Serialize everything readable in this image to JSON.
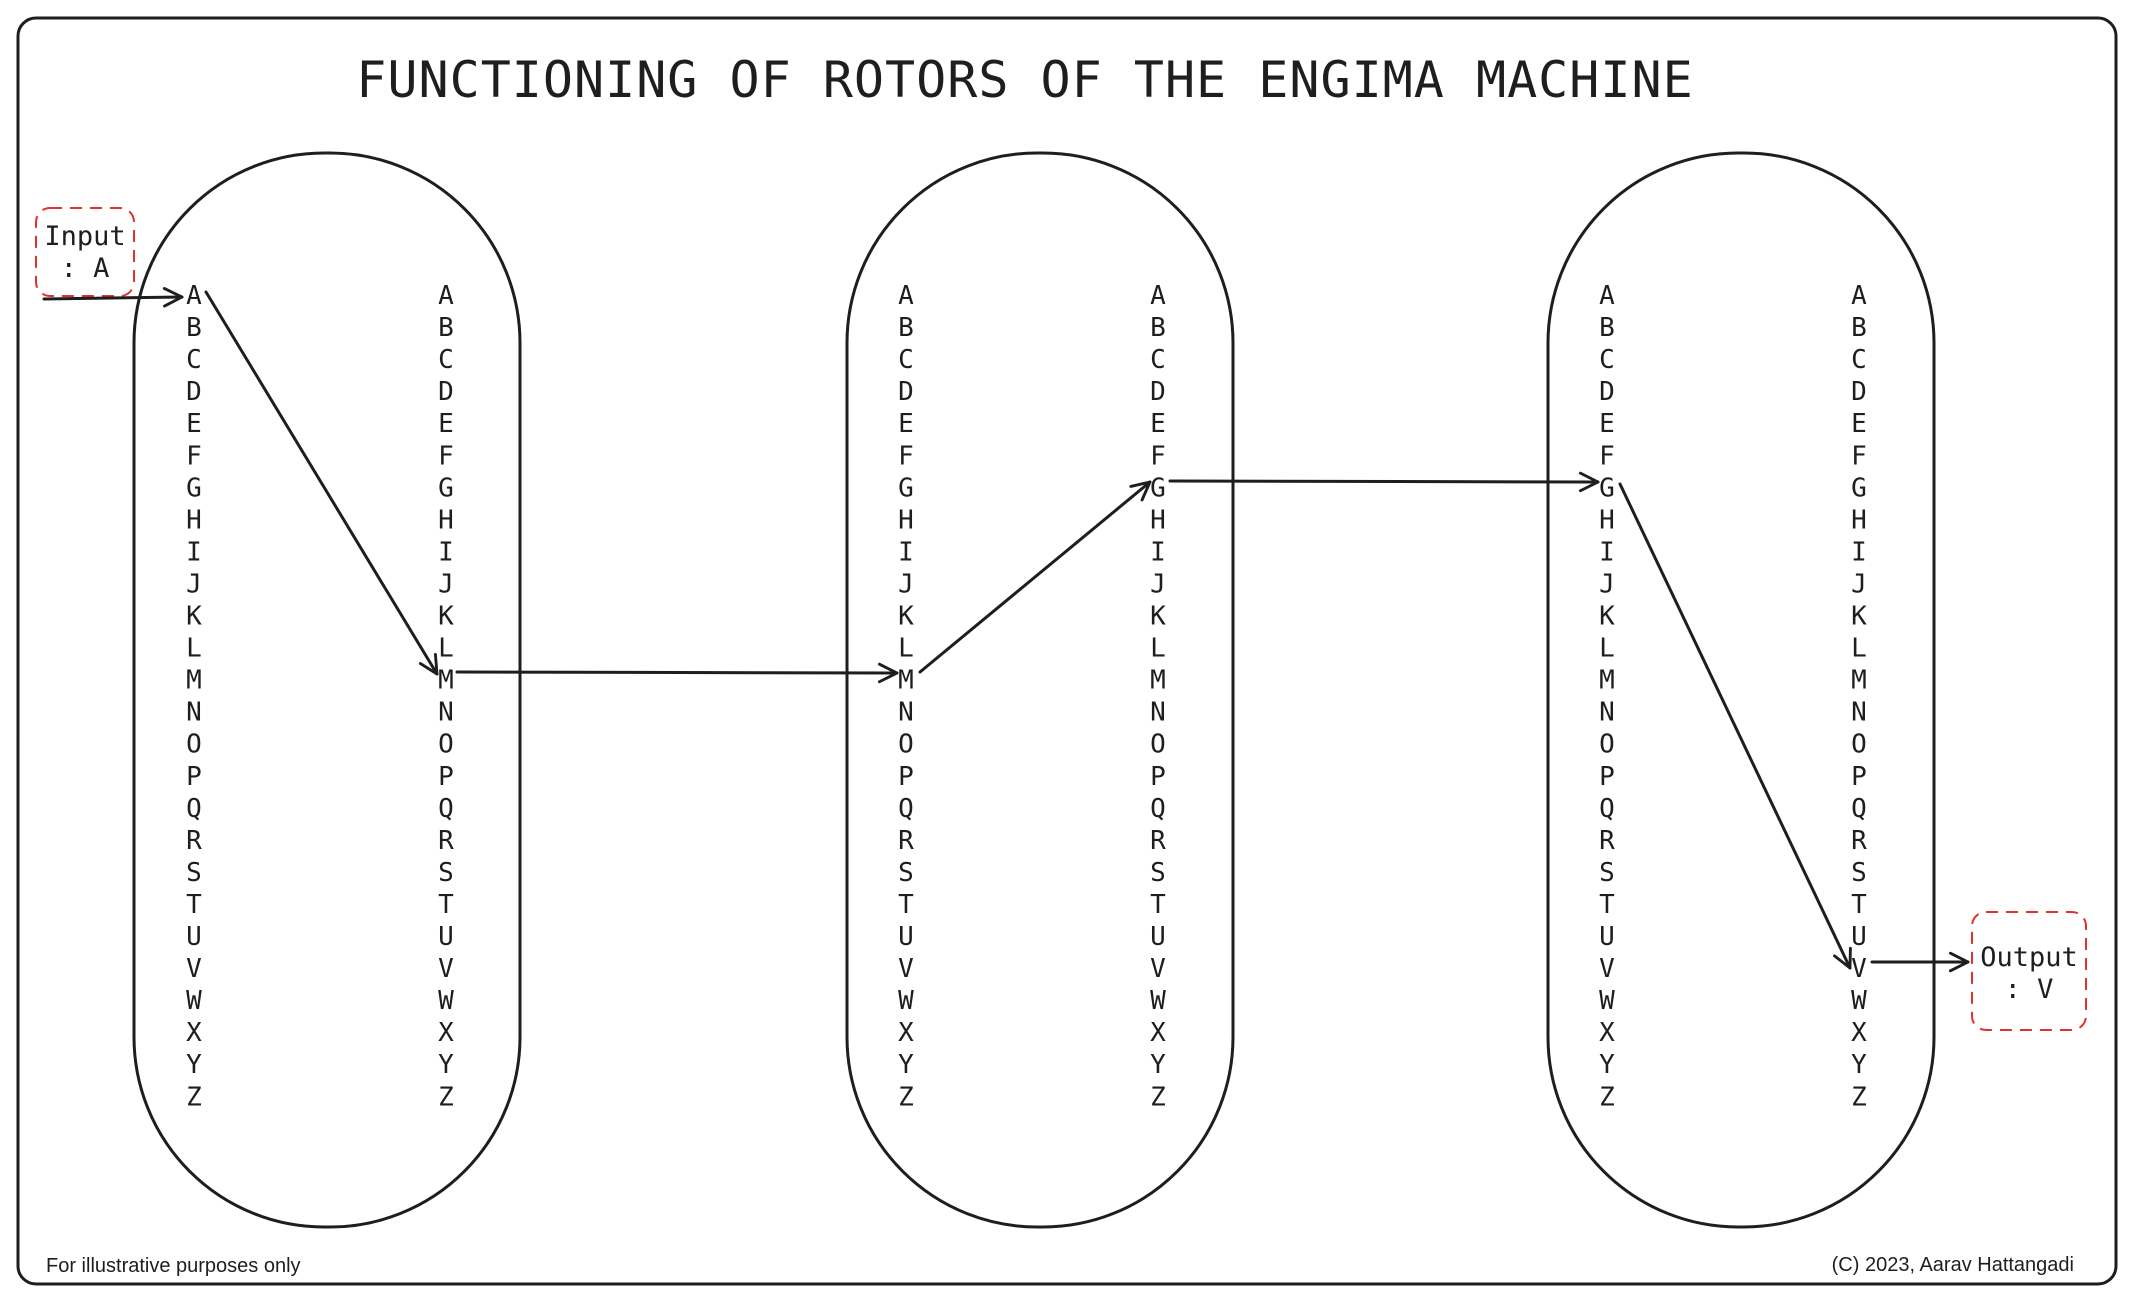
{
  "title": "FUNCTIONING OF ROTORS OF THE ENGIMA MACHINE",
  "alphabet": [
    "A",
    "B",
    "C",
    "D",
    "E",
    "F",
    "G",
    "H",
    "I",
    "J",
    "K",
    "L",
    "M",
    "N",
    "O",
    "P",
    "Q",
    "R",
    "S",
    "T",
    "U",
    "V",
    "W",
    "X",
    "Y",
    "Z"
  ],
  "input_box": {
    "line1": "Input",
    "line2": ": A"
  },
  "output_box": {
    "line1": "Output",
    "line2": ": V"
  },
  "rotors": [
    {
      "name": "rotor-1",
      "in_letter": "A",
      "out_letter": "M"
    },
    {
      "name": "rotor-2",
      "in_letter": "M",
      "out_letter": "G"
    },
    {
      "name": "rotor-3",
      "in_letter": "G",
      "out_letter": "V"
    }
  ],
  "path": [
    "A",
    "M",
    "M",
    "G",
    "G",
    "V"
  ],
  "footer": {
    "left": "For illustrative purposes only",
    "right": "(C) 2023, Aarav Hattangadi"
  },
  "colors": {
    "stroke": "#1e1e1e",
    "dashed_box": "#e03131",
    "background": "#ffffff"
  }
}
